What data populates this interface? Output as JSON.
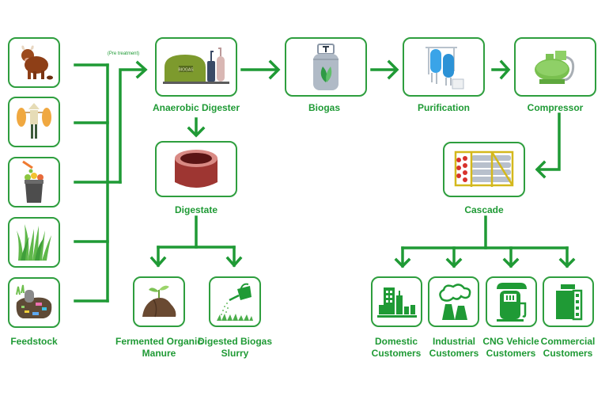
{
  "colors": {
    "accent": "#1f9a35",
    "border": "#2e9e3e"
  },
  "feedstock": {
    "label": "Feedstock",
    "items": [
      {
        "icon": "bull-icon"
      },
      {
        "icon": "farmer-carrying-crops-icon"
      },
      {
        "icon": "food-waste-bin-icon"
      },
      {
        "icon": "grass-icon"
      },
      {
        "icon": "sewage-waste-icon"
      }
    ],
    "annotation": "(Pre treatment)"
  },
  "stages": {
    "digester": {
      "label": "Anaerobic Digester",
      "icon": "biogas-plant-icon",
      "tank_text": "BIOGAS"
    },
    "biogas": {
      "label": "Biogas",
      "icon": "gas-cylinder-leaf-icon"
    },
    "purification": {
      "label": "Purification",
      "icon": "purification-tanks-icon"
    },
    "compressor": {
      "label": "Compressor",
      "icon": "compressor-icon"
    },
    "digestate": {
      "label": "Digestate",
      "icon": "digestate-ring-icon"
    },
    "cascade": {
      "label": "Cascade",
      "icon": "gas-cascade-icon"
    }
  },
  "byproducts": [
    {
      "label_line1": "Fermented Organic",
      "label_line2": "Manure",
      "icon": "soil-sprout-icon"
    },
    {
      "label_line1": "Digested Biogas",
      "label_line2": "Slurry",
      "icon": "watering-can-icon"
    }
  ],
  "customers": [
    {
      "label_line1": "Domestic",
      "label_line2": "Customers",
      "icon": "city-buildings-icon"
    },
    {
      "label_line1": "Industrial",
      "label_line2": "Customers",
      "icon": "factory-icon"
    },
    {
      "label_line1": "CNG Vehicle",
      "label_line2": "Customers",
      "icon": "fuel-pump-icon"
    },
    {
      "label_line1": "Commercial",
      "label_line2": "Customers",
      "icon": "office-building-icon"
    }
  ]
}
